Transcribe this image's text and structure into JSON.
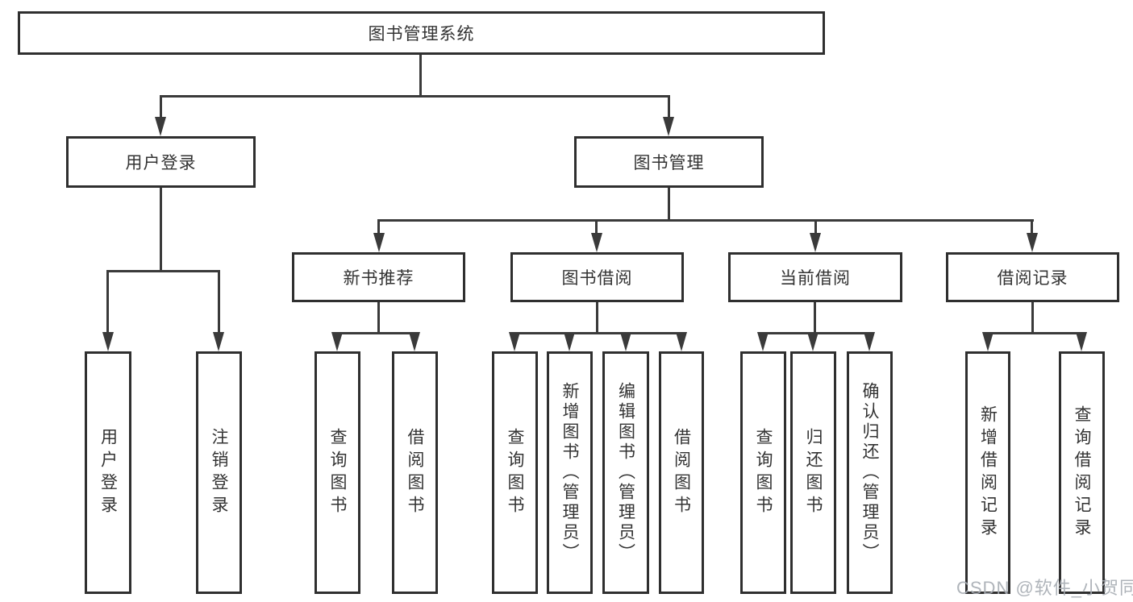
{
  "diagram": {
    "root": {
      "label": "图书管理系统"
    },
    "level2": [
      {
        "label": "用户登录"
      },
      {
        "label": "图书管理"
      }
    ],
    "level3": [
      {
        "label": "新书推荐"
      },
      {
        "label": "图书借阅"
      },
      {
        "label": "当前借阅"
      },
      {
        "label": "借阅记录"
      }
    ],
    "leaves": {
      "user_login": [
        {
          "label": "用户登录"
        },
        {
          "label": "注销登录"
        }
      ],
      "new_books": [
        {
          "label": "查询图书"
        },
        {
          "label": "借阅图书"
        }
      ],
      "book_borrow": [
        {
          "label": "查询图书"
        },
        {
          "label": "新增图书（管理员）"
        },
        {
          "label": "编辑图书（管理员）"
        },
        {
          "label": "借阅图书"
        }
      ],
      "current_borrow": [
        {
          "label": "查询图书"
        },
        {
          "label": "归还图书"
        },
        {
          "label": "确认归还（管理员）"
        }
      ],
      "borrow_records": [
        {
          "label": "新增借阅记录"
        },
        {
          "label": "查询借阅记录"
        }
      ]
    }
  },
  "watermark": {
    "text": "CSDN @软件_小贺同学"
  },
  "colors": {
    "background": "#ffffff",
    "box_border": "#2f2f2f",
    "connector": "#3a3a3a",
    "text": "#333333",
    "watermark_text": "#a7acb3"
  }
}
